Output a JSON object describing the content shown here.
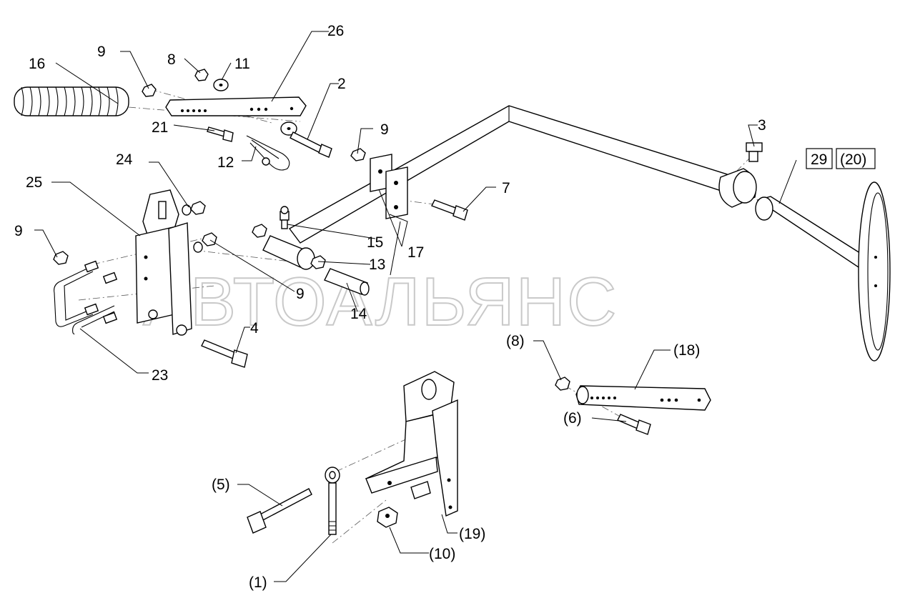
{
  "watermark": "АВТОАЛЬЯНС",
  "labels": {
    "l1": "(1)",
    "l2": "2",
    "l3": "3",
    "l4": "4",
    "l5": "(5)",
    "l6": "(6)",
    "l7": "7",
    "l8a": "8",
    "l8b": "(8)",
    "l9a": "9",
    "l9b": "9",
    "l9c": "9",
    "l9d": "9",
    "l10": "(10)",
    "l11": "11",
    "l12": "12",
    "l13": "13",
    "l14": "14",
    "l15": "15",
    "l16": "16",
    "l17": "17",
    "l18": "(18)",
    "l19": "(19)",
    "l21": "21",
    "l23": "23",
    "l24": "24",
    "l25": "25",
    "l26": "26"
  },
  "boxed_labels": {
    "b29": "29",
    "b20": "(20)"
  }
}
